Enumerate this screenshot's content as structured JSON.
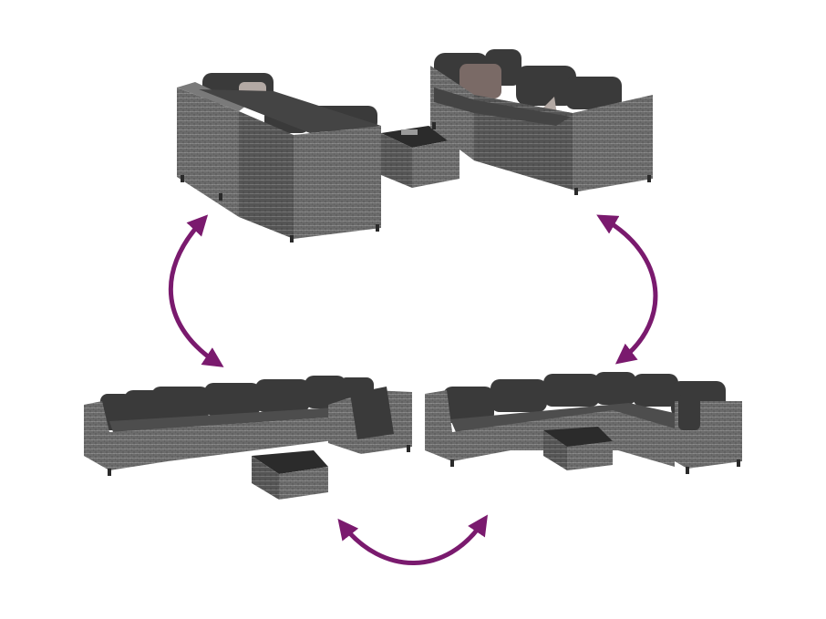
{
  "colors": {
    "background": "#ffffff",
    "arrow": "#7a1a6e",
    "rattan": "#6b6b6b",
    "rattan_dark": "#4a4a4a",
    "rattan_light": "#8a8a8a",
    "cushion": "#3a3a3a",
    "cushion_light": "#4d4d4d",
    "pillow_accent": "#7a6a66",
    "pillow_light": "#b3a9a4",
    "table_top": "#2b2b2b"
  },
  "scene": {
    "configurations": [
      {
        "id": "config-split-corner",
        "icon": "sofa-set-split-icon"
      },
      {
        "id": "config-long-row",
        "icon": "sofa-set-long-row-icon"
      },
      {
        "id": "config-u-shape",
        "icon": "sofa-set-u-shape-icon"
      }
    ],
    "arrows": [
      {
        "id": "arrow-left",
        "icon": "double-arrow-icon"
      },
      {
        "id": "arrow-right",
        "icon": "double-arrow-icon"
      },
      {
        "id": "arrow-bottom",
        "icon": "double-arrow-icon"
      }
    ]
  }
}
